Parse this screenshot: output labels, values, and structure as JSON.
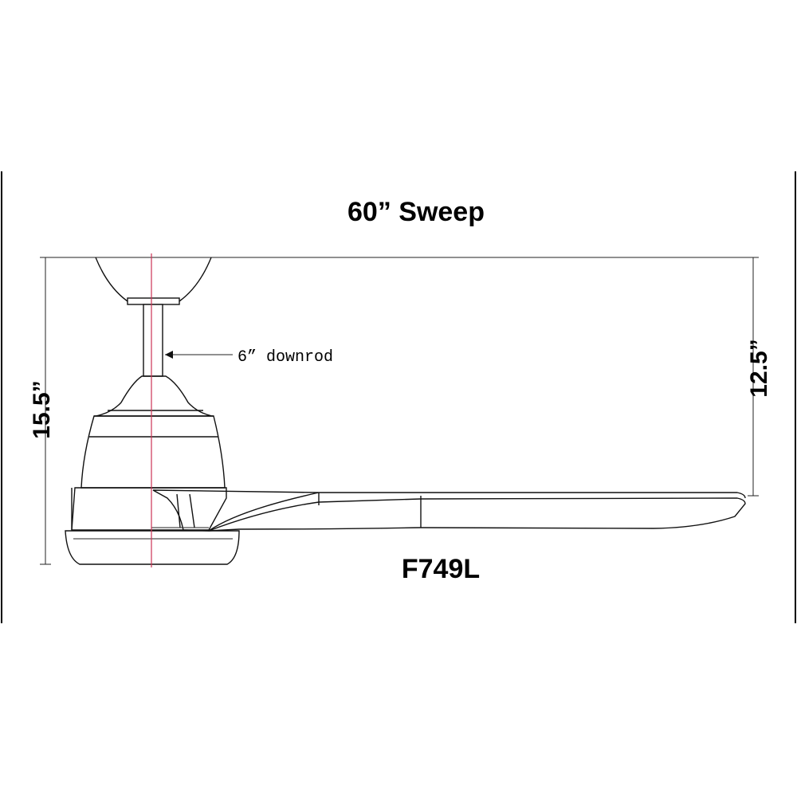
{
  "diagram": {
    "sweep_label": "60” Sweep",
    "height_label": "15.5”",
    "blade_height_label": "12.5”",
    "downrod_label": "6” downrod",
    "model_label": "F749L",
    "colors": {
      "line": "#111111",
      "centerline": "#cc3355",
      "background": "#ffffff"
    }
  }
}
